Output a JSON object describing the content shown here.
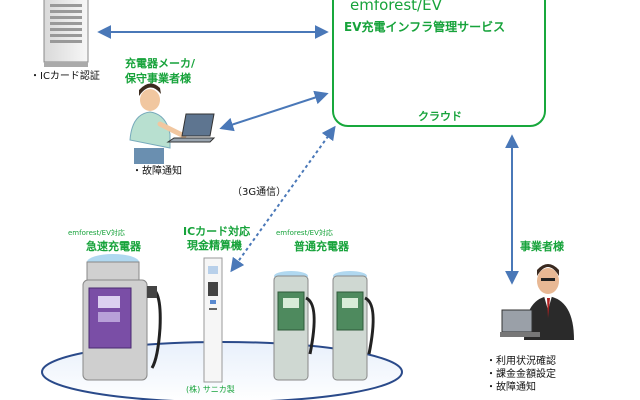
{
  "cloud": {
    "title_en": "emforest/EV",
    "title_ja": "EV充電インフラ管理サービス",
    "label": "クラウド"
  },
  "server": {
    "bullets": [
      "ICカード認証"
    ]
  },
  "maintenance": {
    "title_line1": "充電器メーカ/",
    "title_line2": "保守事業者様",
    "bullets": [
      "故障通知"
    ]
  },
  "network": {
    "label": "（3G通信）"
  },
  "fast_charger": {
    "tag": "emforest/EV対応",
    "title": "急速充電器"
  },
  "ic_machine": {
    "title_line1": "ICカード対応",
    "title_line2": "現金精算機",
    "maker": "(株) サニカ製"
  },
  "normal_charger": {
    "tag": "emforest/EV対応",
    "title": "普通充電器"
  },
  "operator": {
    "title": "事業者様",
    "bullets": [
      "利用状況確認",
      "課金金額設定",
      "故障通知"
    ]
  },
  "colors": {
    "accent_green": "#17a33b",
    "arrow_blue": "#4a78b8",
    "fast_charger_purple": "#7a4ea6",
    "normal_charger_green": "#4e8a5e"
  }
}
